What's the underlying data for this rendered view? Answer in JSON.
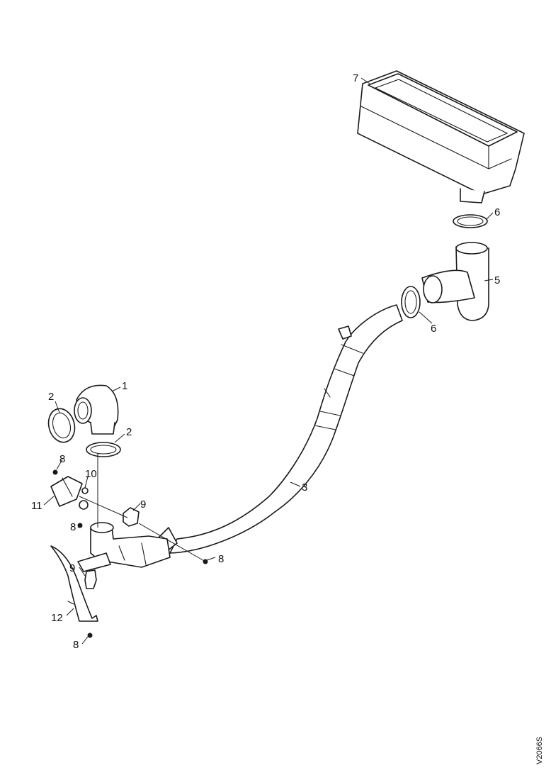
{
  "callouts": {
    "c1": "1",
    "c2a": "2",
    "c2b": "2",
    "c3": "3",
    "c5": "5",
    "c6a": "6",
    "c6b": "6",
    "c7": "7",
    "c8a": "8",
    "c8b": "8",
    "c8c": "8",
    "c8d": "8",
    "c9a": "9",
    "c9b": "9",
    "c10": "10",
    "c11": "11",
    "c12": "12"
  },
  "reference_code": "V2066S",
  "colors": {
    "line": "#1a1a1a",
    "background": "#ffffff"
  }
}
